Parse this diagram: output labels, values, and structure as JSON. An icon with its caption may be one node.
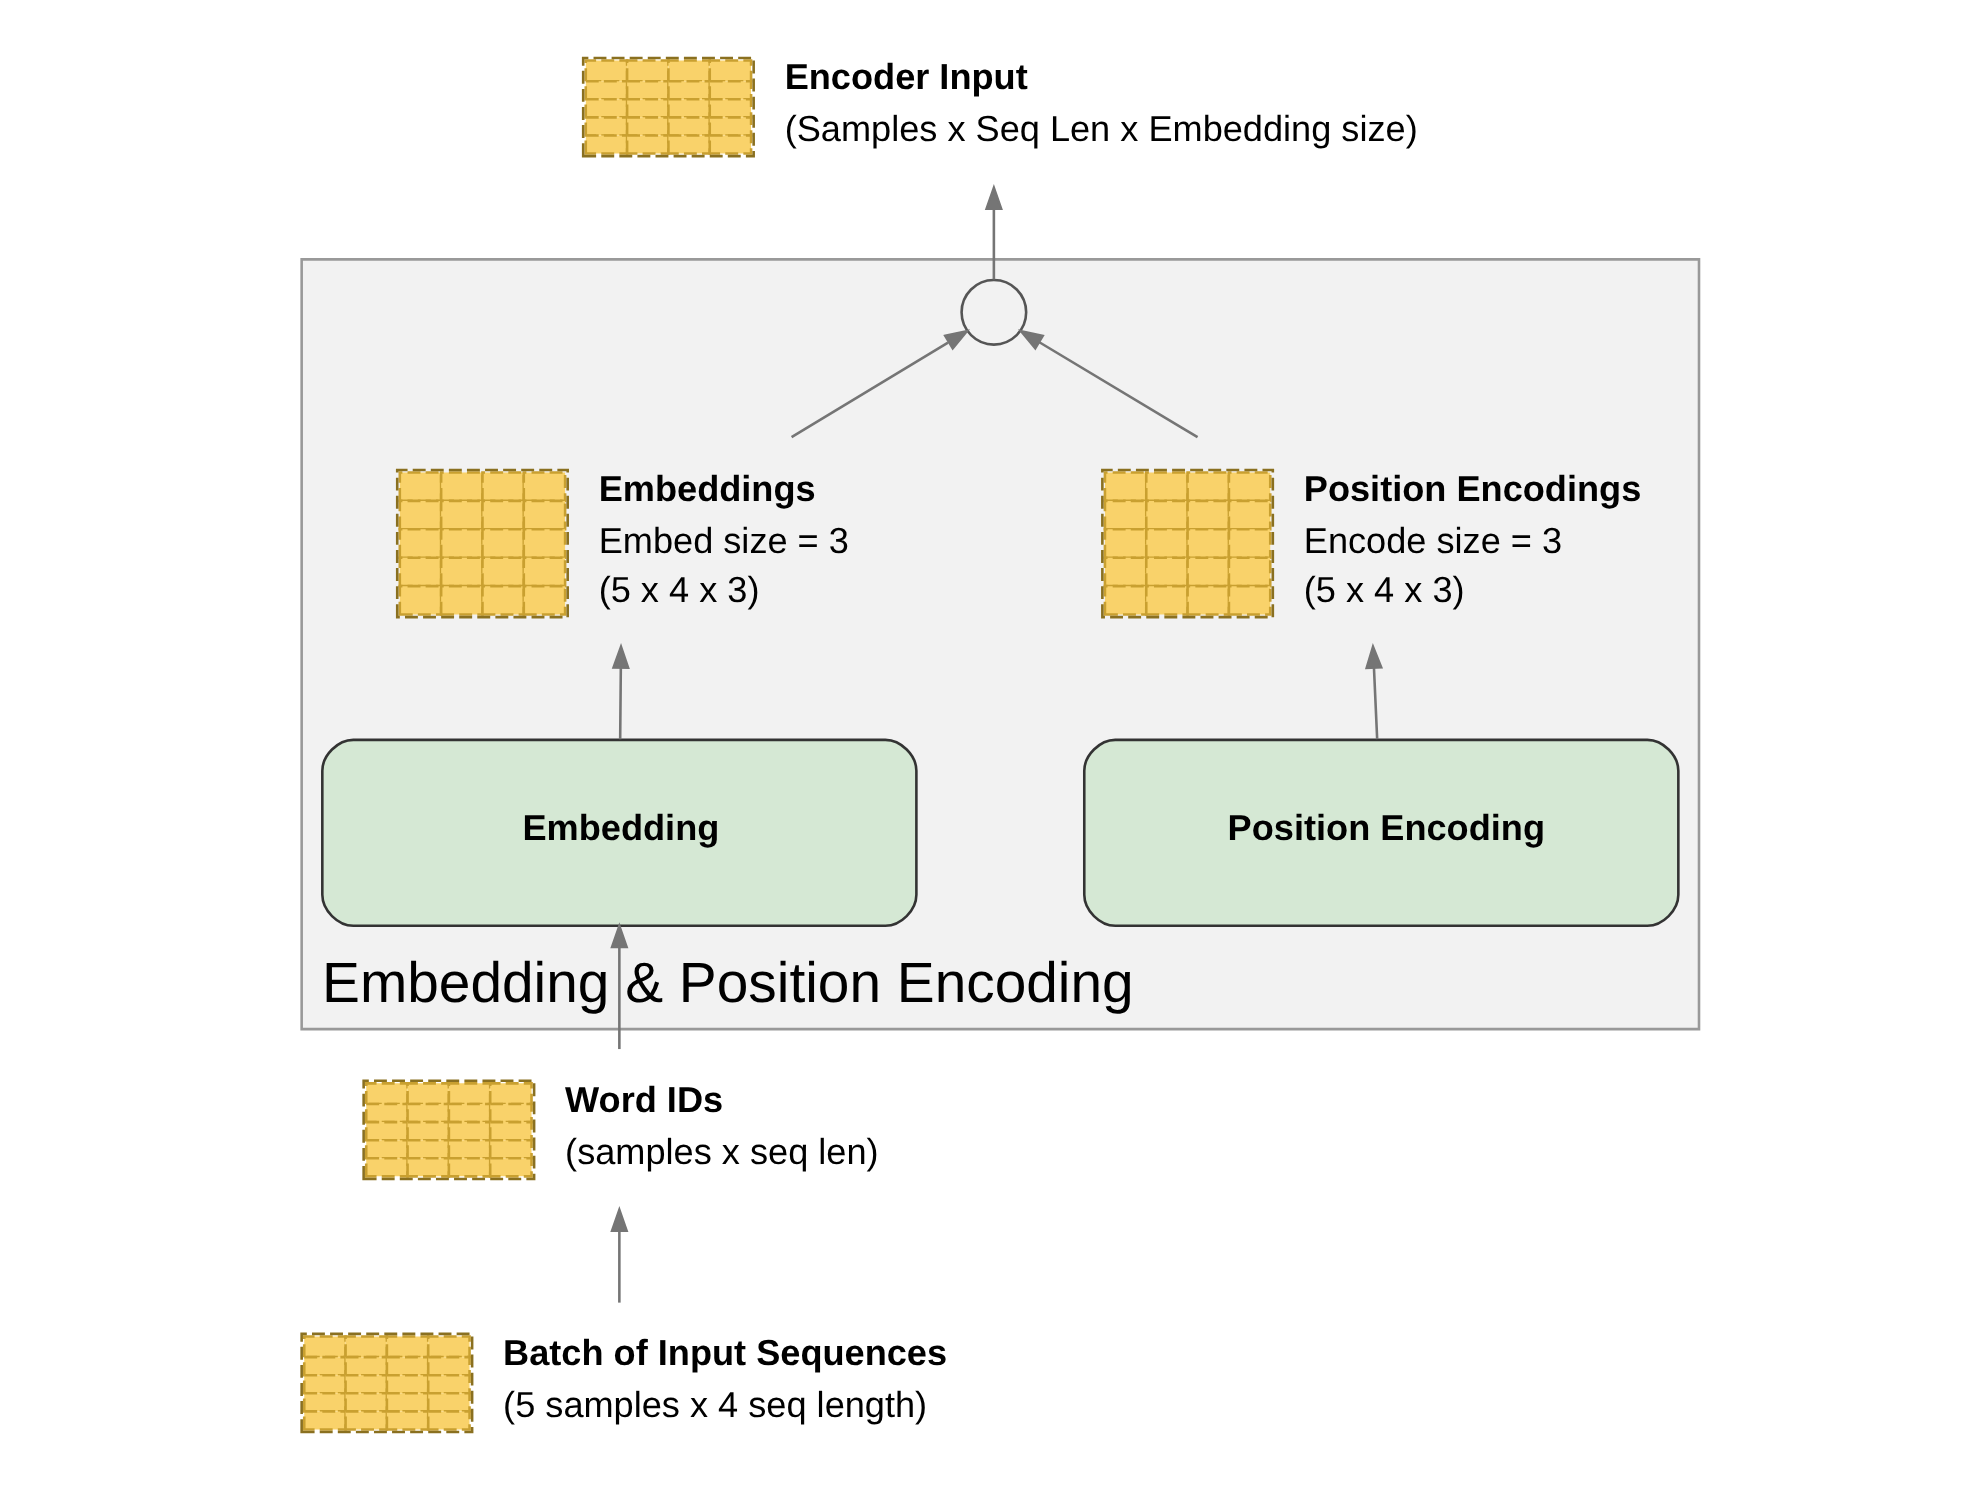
{
  "diagram": {
    "nodes": [
      {
        "text": [
          "Embedding & Position Encoding"
        ]
      },
      {
        "text": [],
        "shape": "box",
        "in": 0,
        "beside": [
          "Embeddings",
          "Embed size = 3",
          "(5 x 4 x 3)"
        ]
      },
      {
        "text": [],
        "shape": "circle",
        "in": 0
      },
      {
        "text": [],
        "shape": "box",
        "in": 0,
        "beside": [
          "Position Encodings",
          "Encode size = 3",
          "(5 x 4 x 3)"
        ]
      },
      {
        "text": [
          "Embedding"
        ],
        "in": 0
      },
      {
        "text": [
          "Position Encoding"
        ],
        "in": 0
      },
      {
        "text": [],
        "shape": "box",
        "beside": [
          "Encoder Input",
          "(Samples x Seq Len x Embedding size)"
        ]
      },
      {
        "text": [],
        "shape": "box",
        "beside": [
          "Word IDs",
          "(samples x seq len)"
        ]
      },
      {
        "text": [],
        "shape": "box",
        "beside": [
          "Batch of Input Sequences",
          "(5 samples x 4 seq length)"
        ]
      }
    ],
    "edges": [
      {
        "from": 8,
        "to": 7,
        "arrow": "to"
      },
      {
        "from": 7,
        "to": 4,
        "arrow": "to"
      },
      {
        "from": 4,
        "to": 1,
        "arrow": "to"
      },
      {
        "from": 5,
        "to": 3,
        "arrow": "to"
      },
      {
        "from": 1,
        "to": 2,
        "arrow": "to"
      },
      {
        "from": 3,
        "to": 2,
        "arrow": "to"
      },
      {
        "from": 2,
        "to": 6,
        "arrow": "to"
      }
    ]
  }
}
